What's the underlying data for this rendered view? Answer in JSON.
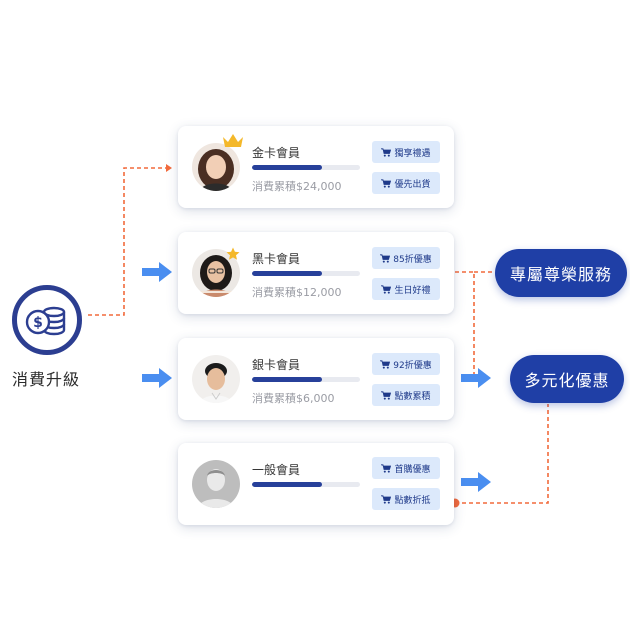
{
  "source": {
    "label": "消費升級",
    "icon": "coins-icon"
  },
  "tiers": [
    {
      "name": "金卡會員",
      "spend": "消費累積$24,000",
      "progress": 0.65,
      "benefits": [
        "獨享禮遇",
        "優先出貨"
      ],
      "badge": "crown-icon"
    },
    {
      "name": "黑卡會員",
      "spend": "消費累積$12,000",
      "progress": 0.65,
      "benefits": [
        "85折優惠",
        "生日好禮"
      ],
      "badge": "star-icon"
    },
    {
      "name": "銀卡會員",
      "spend": "消費累積$6,000",
      "progress": 0.65,
      "benefits": [
        "92折優惠",
        "點數累積"
      ]
    },
    {
      "name": "一般會員",
      "spend": "",
      "progress": 0.65,
      "benefits": [
        "首購優惠",
        "點數折抵"
      ]
    }
  ],
  "outcomes": [
    "專屬尊榮服務",
    "多元化優惠"
  ],
  "colors": {
    "accent": "#1f3fa6",
    "connector": "#f26a3c",
    "arrow": "#4a8ef0",
    "chip": "#dce9fb"
  },
  "icons": {
    "benefit": "cart-icon",
    "flow": "arrow-right-icon",
    "placeholder_avatar": "user-silhouette-icon"
  }
}
